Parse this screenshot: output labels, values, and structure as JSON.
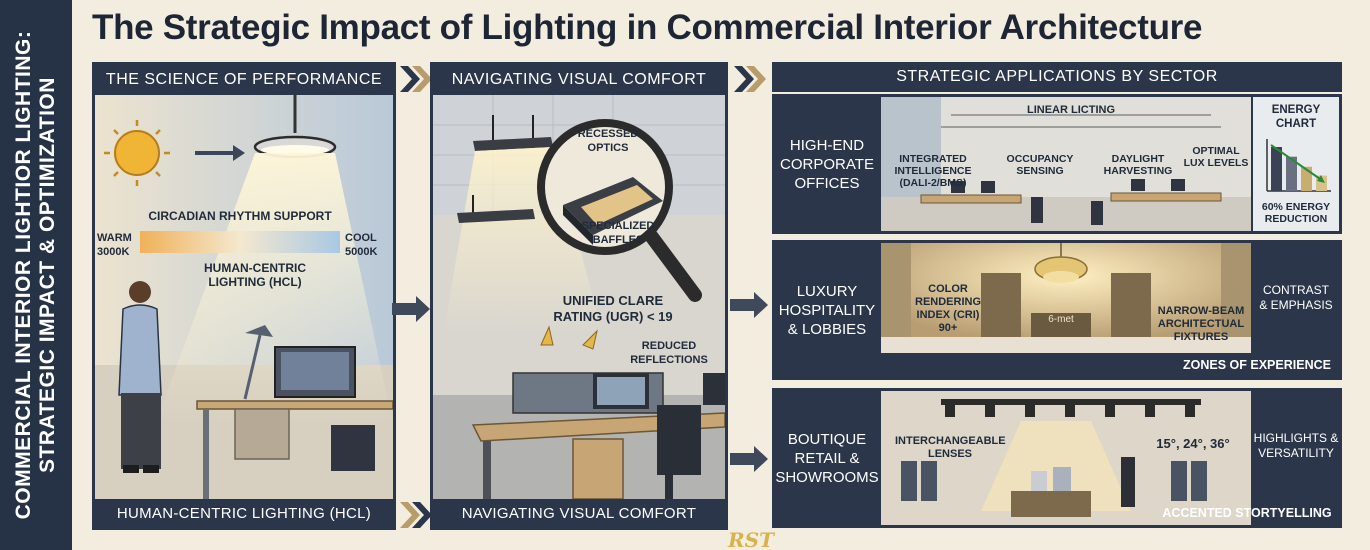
{
  "title": "The Strategic Impact of Lighting in Commercial Interior Architecture",
  "side_title": {
    "line1": "COMMERCIAL INTERIOR LIGHTIOR LIGHTING:",
    "line2": "STRATEGIC IMPACT & OPTIMIZATION"
  },
  "panel1": {
    "header": "THE SCIENCE OF PERFORMANCE",
    "footer": "HUMAN-CENTRIC LIGHTING (HCL)",
    "circadian": "CIRCADIAN RHYTHM SUPPORT",
    "warm": "WARM",
    "warm_k": "3000K",
    "cool": "COOL",
    "cool_k": "5000K",
    "hcl_line1": "HUMAN-CENTRIC",
    "hcl_line2": "LIGHTING (HCL)",
    "colors": {
      "warm": "#f0b15a",
      "cool": "#a9c8e4"
    }
  },
  "panel2": {
    "header": "NAVIGATING VISUAL COMFORT",
    "footer": "NAVIGATING VISUAL COMFORT",
    "recessed_line1": "RECESSED",
    "recessed_line2": "OPTICS",
    "baffles_line1": "SPECIALIZED",
    "baffles_line2": "BAFFLES",
    "ugr_line1": "UNIFIED CLARE",
    "ugr_line2": "RATING (UGR) < 19",
    "reflections_line1": "REDUCED",
    "reflections_line2": "REFLECTIONS"
  },
  "panel3": {
    "header": "STRATEGIC APPLICATIONS BY SECTOR",
    "corporate": {
      "label_line1": "HIGH-END",
      "label_line2": "CORPORATE",
      "label_line3": "OFFICES",
      "linear": "LINEAR LICTING",
      "integrated_line1": "INTEGRATED",
      "integrated_line2": "INTELLIGENCE",
      "integrated_line3": "(DALI-2/BMS)",
      "occupancy_line1": "OCCUPANCY",
      "occupancy_line2": "SENSING",
      "daylight_line1": "DAYLIGHT",
      "daylight_line2": "HARVESTING",
      "optimal_line1": "OPTIMAL",
      "optimal_line2": "LUX LEVELS",
      "energy_line1": "ENERGY",
      "energy_line2": "CHART",
      "energy_note_line1": "60% ENERGY",
      "energy_note_line2": "REDUCTION",
      "energy_bars": [
        1.0,
        0.78,
        0.55,
        0.35
      ]
    },
    "hospitality": {
      "label_line1": "LUXURY",
      "label_line2": "HOSPITALITY",
      "label_line3": "& LOBBIES",
      "cri_line1": "COLOR",
      "cri_line2": "RENDERING",
      "cri_line3": "INDEX (CRI)",
      "cri_line4": "90+",
      "sign": "6-met",
      "narrow_line1": "NARROW-BEAM",
      "narrow_line2": "ARCHITECTUAL",
      "narrow_line3": "FIXTURES",
      "contrast_line1": "CONTRAST",
      "contrast_line2": "& EMPHASIS",
      "footer": "ZONES OF EXPERIENCE"
    },
    "retail": {
      "label_line1": "BOUTIQUE",
      "label_line2": "RETAIL &",
      "label_line3": "SHOWROOMS",
      "lenses_line1": "INTERCHANGEABLE",
      "lenses_line2": "LENSES",
      "angles": "15°, 24°, 36°",
      "highlights_line1": "HIGHLIGHTS &",
      "highlights_line2": "VERSATILITY",
      "footer": "ACCENTED STORTYELLING"
    }
  },
  "watermark": "RST"
}
